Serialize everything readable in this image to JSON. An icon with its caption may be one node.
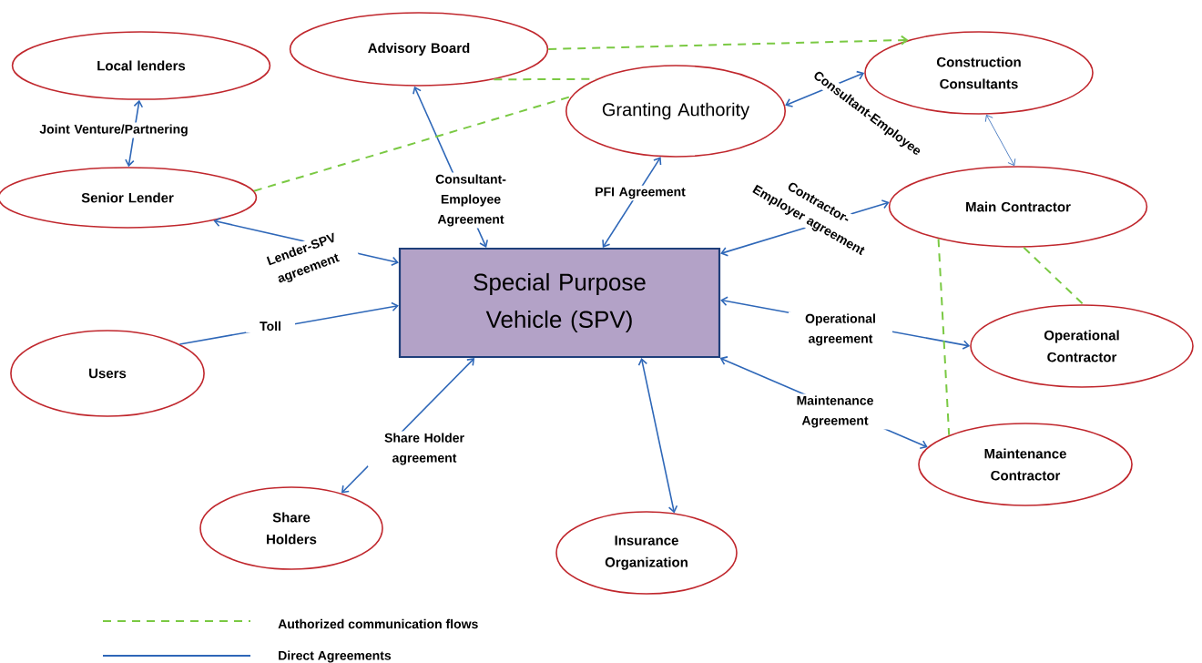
{
  "diagram": {
    "nodes": [
      {
        "text": [
          "Local lenders"
        ]
      },
      {
        "text": [
          "Advisory Board"
        ]
      },
      {
        "text": [
          "Granting Authority"
        ]
      },
      {
        "text": [
          "Construction Consultants"
        ]
      },
      {
        "text": [
          "Senior Lender"
        ]
      },
      {
        "text": [
          "Main Contractor"
        ]
      },
      {
        "text": [
          "Special Purpose Vehicle (SPV)"
        ]
      },
      {
        "text": [
          "Users"
        ]
      },
      {
        "text": [
          "Operational Contractor"
        ]
      },
      {
        "text": [
          "Maintenance Contractor"
        ]
      },
      {
        "text": [
          "Share Holders"
        ]
      },
      {
        "text": [
          "Insurance Organization"
        ]
      }
    ],
    "edges": [
      {
        "from": 0,
        "to": 4,
        "arrow": "both",
        "label": "Joint Venture/Partnering"
      },
      {
        "from": 6,
        "to": 4,
        "arrow": "both",
        "label": "Lender-SPV agreement"
      },
      {
        "from": 6,
        "to": 1,
        "arrow": "both",
        "label": "Consultant-Employee Agreement"
      },
      {
        "from": 6,
        "to": 2,
        "arrow": "both",
        "label": "PFI Agreement"
      },
      {
        "from": 7,
        "to": 6,
        "arrow": "to",
        "label": "Toll"
      },
      {
        "from": 2,
        "to": 3,
        "arrow": "both",
        "label": "Consultant-Employee"
      },
      {
        "from": 6,
        "to": 5,
        "arrow": "both",
        "label": "Contractor-Employer agreement"
      },
      {
        "from": 6,
        "to": 8,
        "arrow": "both",
        "label": "Operational agreement"
      },
      {
        "from": 6,
        "to": 9,
        "arrow": "both",
        "label": "Maintenance Agreement"
      },
      {
        "from": 6,
        "to": 10,
        "arrow": "both",
        "label": "Share Holder agreement"
      },
      {
        "from": 6,
        "to": 11,
        "arrow": "both"
      },
      {
        "from": 3,
        "to": 5,
        "arrow": "both"
      },
      {
        "from": 1,
        "to": 3,
        "arrow": "to",
        "style": "dashed",
        "color": "#7ac943"
      },
      {
        "from": 1,
        "to": 2,
        "arrow": "none",
        "style": "dashed",
        "color": "#7ac943"
      },
      {
        "from": 4,
        "to": 2,
        "arrow": "none",
        "style": "dashed",
        "color": "#7ac943"
      },
      {
        "from": 5,
        "to": 9,
        "arrow": "none",
        "style": "dashed",
        "color": "#7ac943"
      },
      {
        "from": 5,
        "to": 8,
        "arrow": "none",
        "style": "dashed",
        "color": "#7ac943"
      }
    ],
    "legend": [
      {
        "text": "Authorized communication flows"
      },
      {
        "text": "Direct Agreements"
      }
    ]
  }
}
